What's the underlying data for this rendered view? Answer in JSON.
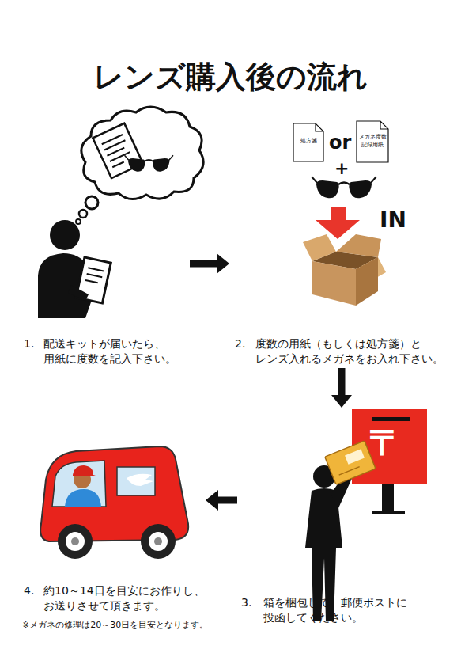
{
  "diagram": {
    "title": "レンズ購入後の流れ",
    "nodes": [
      {
        "text": [
          "1.",
          "配送キットが届いたら、 用紙に度数を記入下さい。"
        ]
      },
      {
        "text": [
          "2.",
          "度数の用紙（もしくは処方箋）と レンズ入れるメガネをお入れ下さい。"
        ]
      },
      {
        "text": [
          "処方箋"
        ],
        "in": 1
      },
      {
        "text": [
          "メガネ度数 記録用紙"
        ],
        "in": 1
      },
      {
        "text": [
          "3.",
          "箱を梱包して、郵便ポストに 投函してください。"
        ]
      },
      {
        "text": [
          "4.",
          "約10～14日を目安にお作りし、 お送りさせて頂きます。"
        ]
      }
    ],
    "edges": [
      {
        "from": 0,
        "to": 1,
        "arrow": "to"
      },
      {
        "from": 1,
        "to": 4,
        "arrow": "to"
      },
      {
        "from": 4,
        "to": 5,
        "arrow": "to"
      }
    ],
    "labels": [
      "or",
      "+",
      "IN",
      "〒",
      "※メガネの修理は20～30日を目安となります。"
    ]
  }
}
